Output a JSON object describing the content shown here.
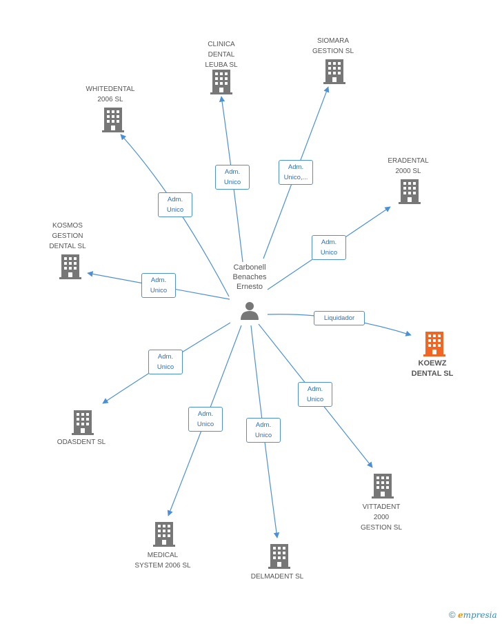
{
  "center": {
    "label": "Carbonell\nBenaches\nErnesto",
    "icon": "person-icon"
  },
  "colors": {
    "edge": "#4a90d9",
    "building": "#777777",
    "highlight": "#f26522",
    "text": "#555555"
  },
  "nodes": [
    {
      "id": "clinica",
      "label": "CLINICA\nDENTAL\nLEUBA SL",
      "icon": "building-icon",
      "edge_label": "Adm.\nUnico",
      "highlight": false
    },
    {
      "id": "siomara",
      "label": "SIOMARA\nGESTION SL",
      "icon": "building-icon",
      "edge_label": "Adm.\nUnico,...",
      "highlight": false
    },
    {
      "id": "whitedental",
      "label": "WHITEDENTAL\n2006 SL",
      "icon": "building-icon",
      "edge_label": "Adm.\nUnico",
      "highlight": false
    },
    {
      "id": "eradental",
      "label": "ERADENTAL\n2000 SL",
      "icon": "building-icon",
      "edge_label": "Adm.\nUnico",
      "highlight": false
    },
    {
      "id": "kosmos",
      "label": "KOSMOS\nGESTION\nDENTAL SL",
      "icon": "building-icon",
      "edge_label": "Adm.\nUnico",
      "highlight": false
    },
    {
      "id": "koewz",
      "label": "KOEWZ\nDENTAL SL",
      "icon": "building-icon",
      "edge_label": "Liquidador",
      "highlight": true
    },
    {
      "id": "odasdent",
      "label": "ODASDENT SL",
      "icon": "building-icon",
      "edge_label": "Adm.\nUnico",
      "highlight": false
    },
    {
      "id": "vittadent",
      "label": "VITTADENT\n2000\nGESTION SL",
      "icon": "building-icon",
      "edge_label": "Adm.\nUnico",
      "highlight": false
    },
    {
      "id": "medical",
      "label": "MEDICAL\nSYSTEM 2006 SL",
      "icon": "building-icon",
      "edge_label": "Adm.\nUnico",
      "highlight": false
    },
    {
      "id": "delmadent",
      "label": "DELMADENT SL",
      "icon": "building-icon",
      "edge_label": "Adm.\nUnico",
      "highlight": false
    }
  ],
  "brand": {
    "copyright": "©",
    "e": "e",
    "name": "mpresia"
  }
}
